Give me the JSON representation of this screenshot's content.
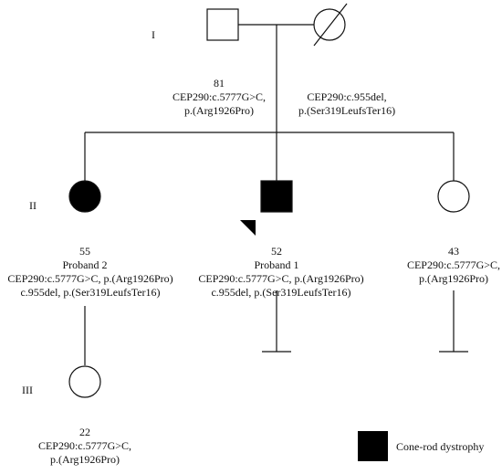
{
  "colors": {
    "line": "#111111",
    "affected_fill": "#000000",
    "unaffected_fill": "#ffffff"
  },
  "generations": {
    "g1": "I",
    "g2": "II",
    "g3": "III"
  },
  "individuals": {
    "father": {
      "age": "",
      "variant_line1": "",
      "variant_line2": "",
      "status": "unaffected"
    },
    "mother": {
      "age": "81",
      "variant_line1": "CEP290:c.5777G>C,",
      "variant_line2": "p.(Arg1926Pro)",
      "status": "deceased"
    },
    "paternal_allele": {
      "line1": "CEP290:c.955del,",
      "line2": "p.(Ser319LeufsTer16)"
    },
    "proband2": {
      "age": "55",
      "label": "Proband 2",
      "line1": "CEP290:c.5777G>C, p.(Arg1926Pro)",
      "line2": "c.955del, p.(Ser319LeufsTer16)",
      "status": "affected"
    },
    "proband1": {
      "age": "52",
      "label": "Proband 1",
      "line1": "CEP290:c.5777G>C, p.(Arg1926Pro)",
      "line2": "c.955del, p.(Ser319LeufsTer16)",
      "status": "affected"
    },
    "sister": {
      "age": "43",
      "line1": "CEP290:c.5777G>C,",
      "line2": "p.(Arg1926Pro)",
      "status": "unaffected"
    },
    "daughter": {
      "age": "22",
      "line1": "CEP290:c.5777G>C,",
      "line2": "p.(Arg1926Pro)",
      "status": "unaffected"
    }
  },
  "legend": {
    "affected_label": "Cone-rod dystrophy"
  }
}
